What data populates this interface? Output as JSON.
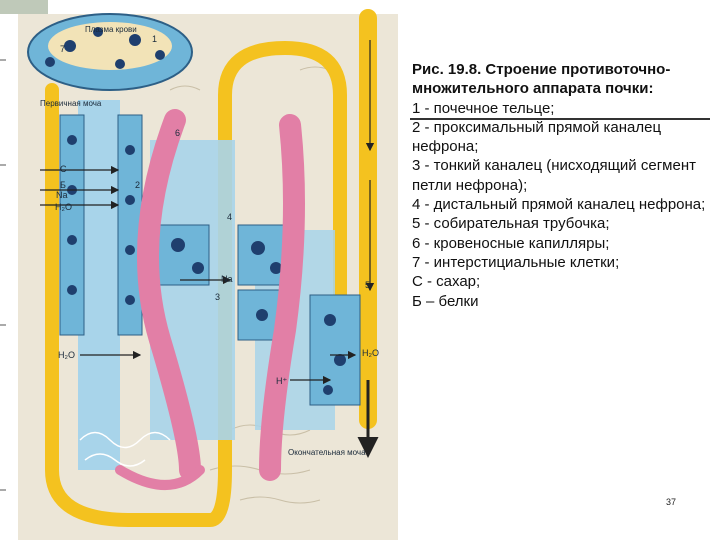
{
  "figure": {
    "labels": {
      "plasma": "Плазма крови",
      "primary_urine": "Первичная моча",
      "final_urine": "Окончательная моча",
      "n1": "1",
      "n2": "2",
      "n3": "3",
      "n4": "4",
      "n5": "5",
      "n6": "6",
      "n7": "7",
      "s": "С",
      "b": "Б",
      "na": "Na",
      "na2": "Na",
      "h2o": "H₂O",
      "h2o_2": "H₂O",
      "h2o_3": "H₂O",
      "h": "H⁺"
    },
    "colors": {
      "tubule_yellow": "#f4c21f",
      "fluid_blue": "#a8d4ea",
      "cell_blue": "#6fb5d8",
      "nucleus": "#1f3f6e",
      "capillary_pink": "#e27fa6",
      "interstitium": "#ece6d7",
      "arrow": "#222222"
    }
  },
  "caption": {
    "title": "Рис. 19.8. Строение противоточно-множительного аппарата почки:",
    "items": [
      "1 - почечное тельце;",
      "2 - проксимальный прямой каналец нефрона;",
      "3 - тонкий каналец (нисходящий сегмент петли нефрона);",
      "4 - дистальный прямой каналец нефрона;",
      "5 - собирательная трубочка;",
      "6 - кровеносные капилляры;",
      "7 - интерстициальные клетки;",
      "С - сахар;",
      "Б – белки"
    ]
  },
  "page_number": "37"
}
